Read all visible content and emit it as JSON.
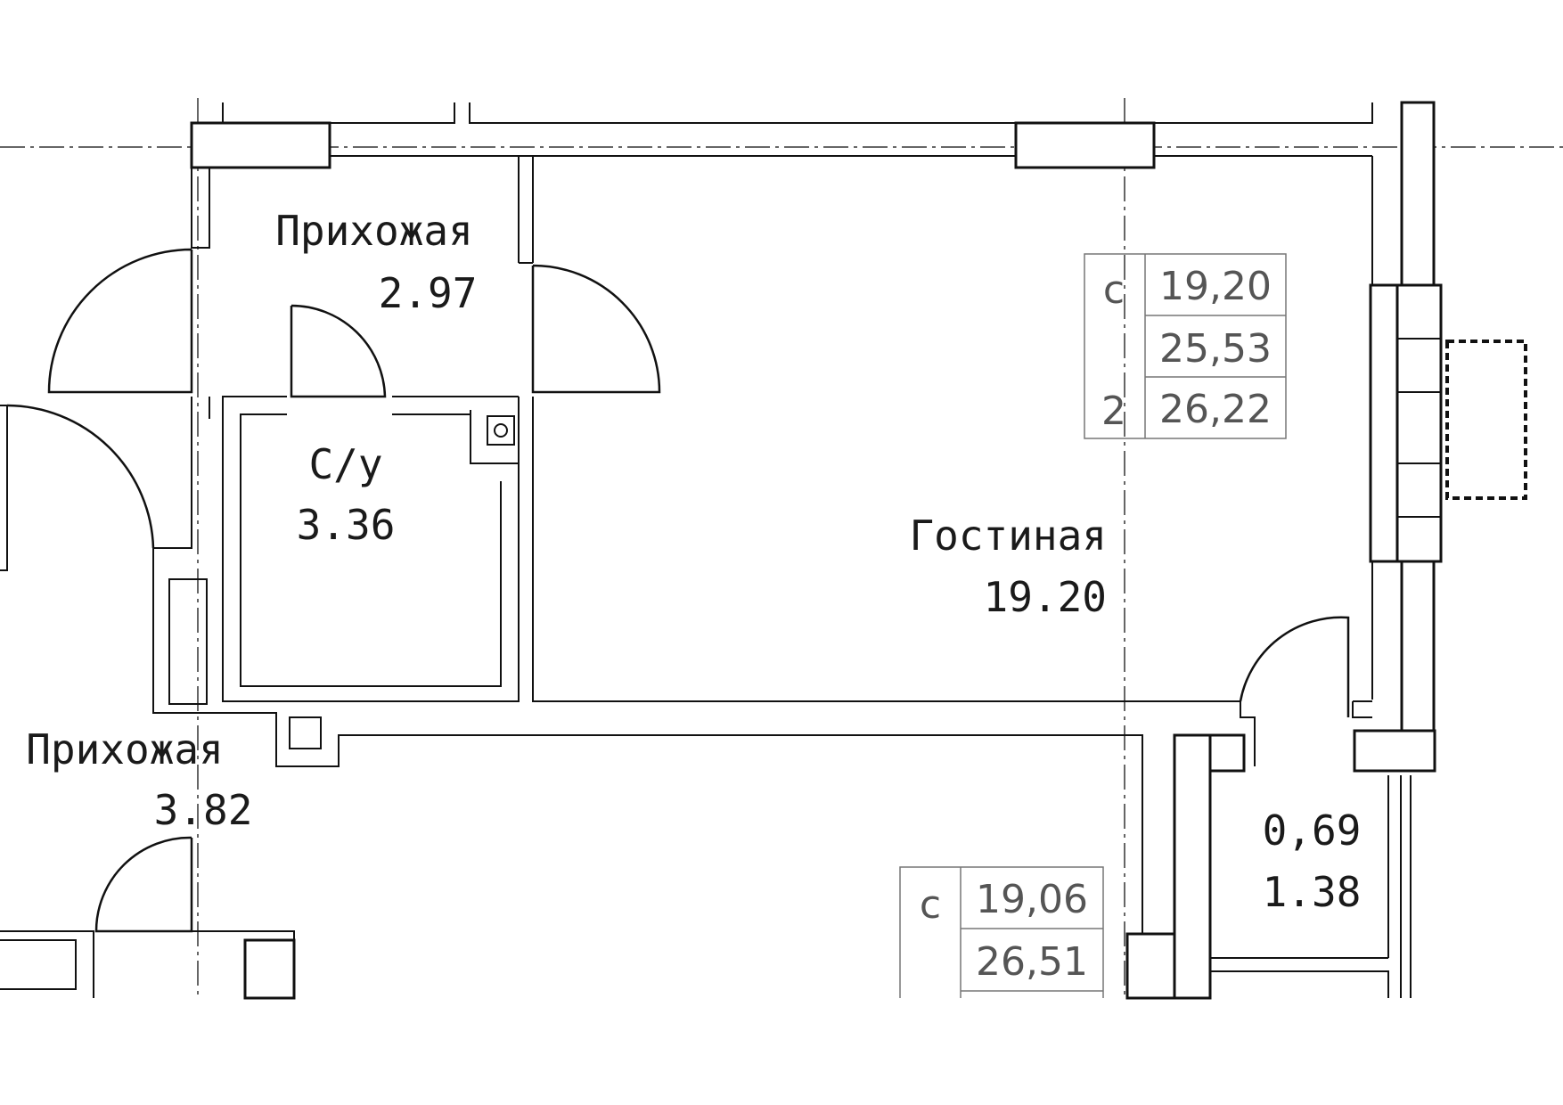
{
  "rooms": {
    "hall_top": {
      "name": "Прихожая",
      "area": "2.97"
    },
    "bathroom": {
      "name": "С/у",
      "area": "3.36"
    },
    "living": {
      "name": "Гостиная",
      "area": "19.20"
    },
    "hall_left": {
      "name": "Прихожая",
      "area": "3.82"
    },
    "balcony": {
      "coef": "0,69",
      "area": "1.38"
    }
  },
  "spec_table_1": {
    "type_label": "с",
    "rooms_label": "2",
    "living_area": "19,20",
    "total_area": "25,53",
    "total_with_balcony": "26,22"
  },
  "spec_table_2": {
    "type_label": "с",
    "living_area": "19,06",
    "total_area": "26,51"
  }
}
